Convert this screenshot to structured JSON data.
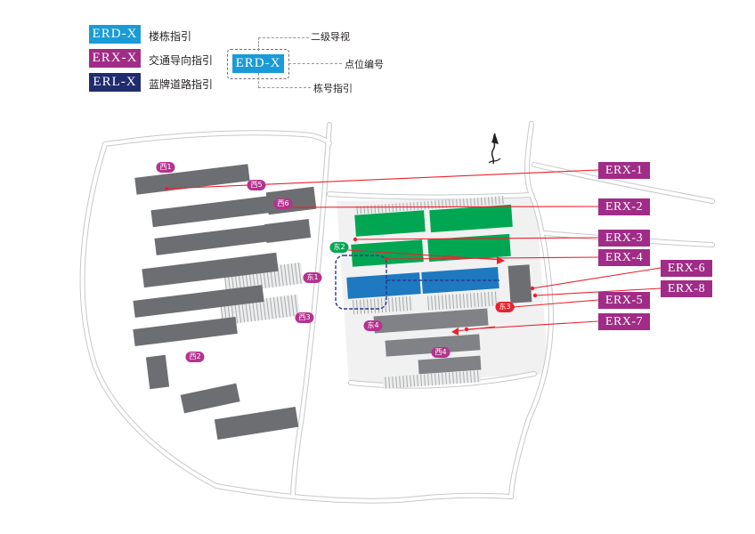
{
  "legend": {
    "items": [
      {
        "code": "ERD-X",
        "label": "楼栋指引",
        "color": "#1a9bd7"
      },
      {
        "code": "ERX-X",
        "label": "交通导向指引",
        "color": "#a02c87"
      },
      {
        "code": "ERL-X",
        "label": "蓝牌道路指引",
        "color": "#1f2d6e"
      }
    ]
  },
  "callout": {
    "code": "ERD-X",
    "color": "#1a9bd7",
    "annotations": [
      {
        "label": "二级导视"
      },
      {
        "label": "点位编号"
      },
      {
        "label": "栋号指引"
      }
    ]
  },
  "erx_labels": [
    {
      "label": "ERX-1"
    },
    {
      "label": "ERX-2"
    },
    {
      "label": "ERX-3"
    },
    {
      "label": "ERX-4"
    },
    {
      "label": "ERX-5"
    },
    {
      "label": "ERX-6"
    },
    {
      "label": "ERX-7"
    },
    {
      "label": "ERX-8"
    }
  ],
  "markers": [
    {
      "label": "西1"
    },
    {
      "label": "西5"
    },
    {
      "label": "西6"
    },
    {
      "label": "东2"
    },
    {
      "label": "东1"
    },
    {
      "label": "西3"
    },
    {
      "label": "西2"
    },
    {
      "label": "东3"
    },
    {
      "label": "西4"
    },
    {
      "label": "东4"
    }
  ],
  "map": {
    "colors": {
      "building_gray": "#6d6e71",
      "building_green": "#00a651",
      "building_blue": "#1e79c0",
      "road_outline": "#c6c8ca",
      "leader_red": "#e8232e",
      "route_navy": "#283a8f",
      "marker_magenta": "#b5338f"
    }
  }
}
